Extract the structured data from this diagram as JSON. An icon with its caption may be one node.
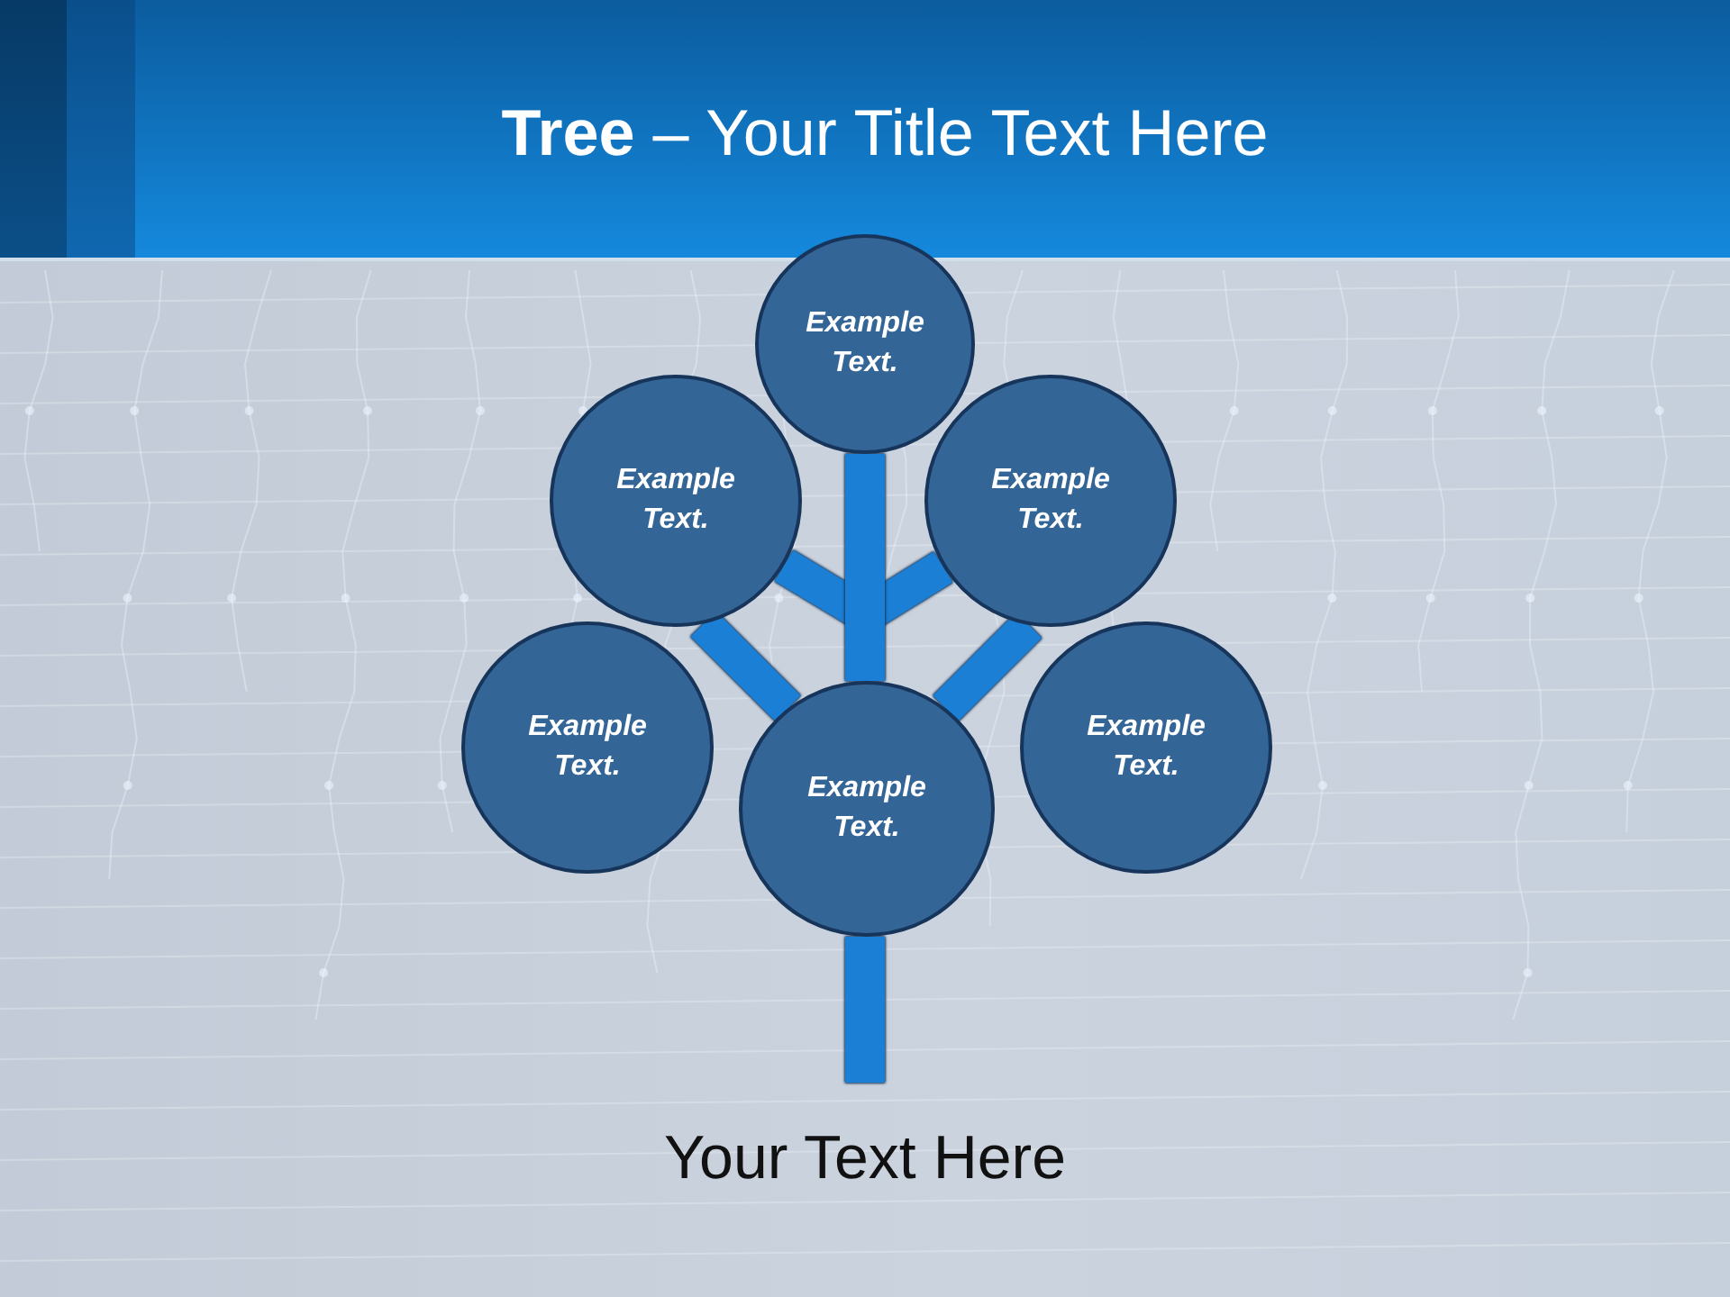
{
  "diagram": {
    "title": "**Tree** – Your Title Text Here",
    "nodes": [
      {
        "text": [
          "Example Text."
        ]
      },
      {
        "text": [
          "Example Text."
        ]
      },
      {
        "text": [
          "Example Text."
        ]
      },
      {
        "text": [
          "Example Text."
        ]
      },
      {
        "text": [
          "Example Text."
        ]
      },
      {
        "text": [
          "Example Text."
        ]
      }
    ],
    "edges": [
      {
        "from": null,
        "to": 4,
        "arrow": "none"
      },
      {
        "from": 4,
        "to": 0,
        "arrow": "none"
      },
      {
        "from": null,
        "to": 1,
        "arrow": "none"
      },
      {
        "from": null,
        "to": 2,
        "arrow": "none"
      },
      {
        "from": 4,
        "to": 1,
        "arrow": "none"
      },
      {
        "from": 4,
        "to": 2,
        "arrow": "none"
      }
    ],
    "caption": "Your Text Here"
  }
}
